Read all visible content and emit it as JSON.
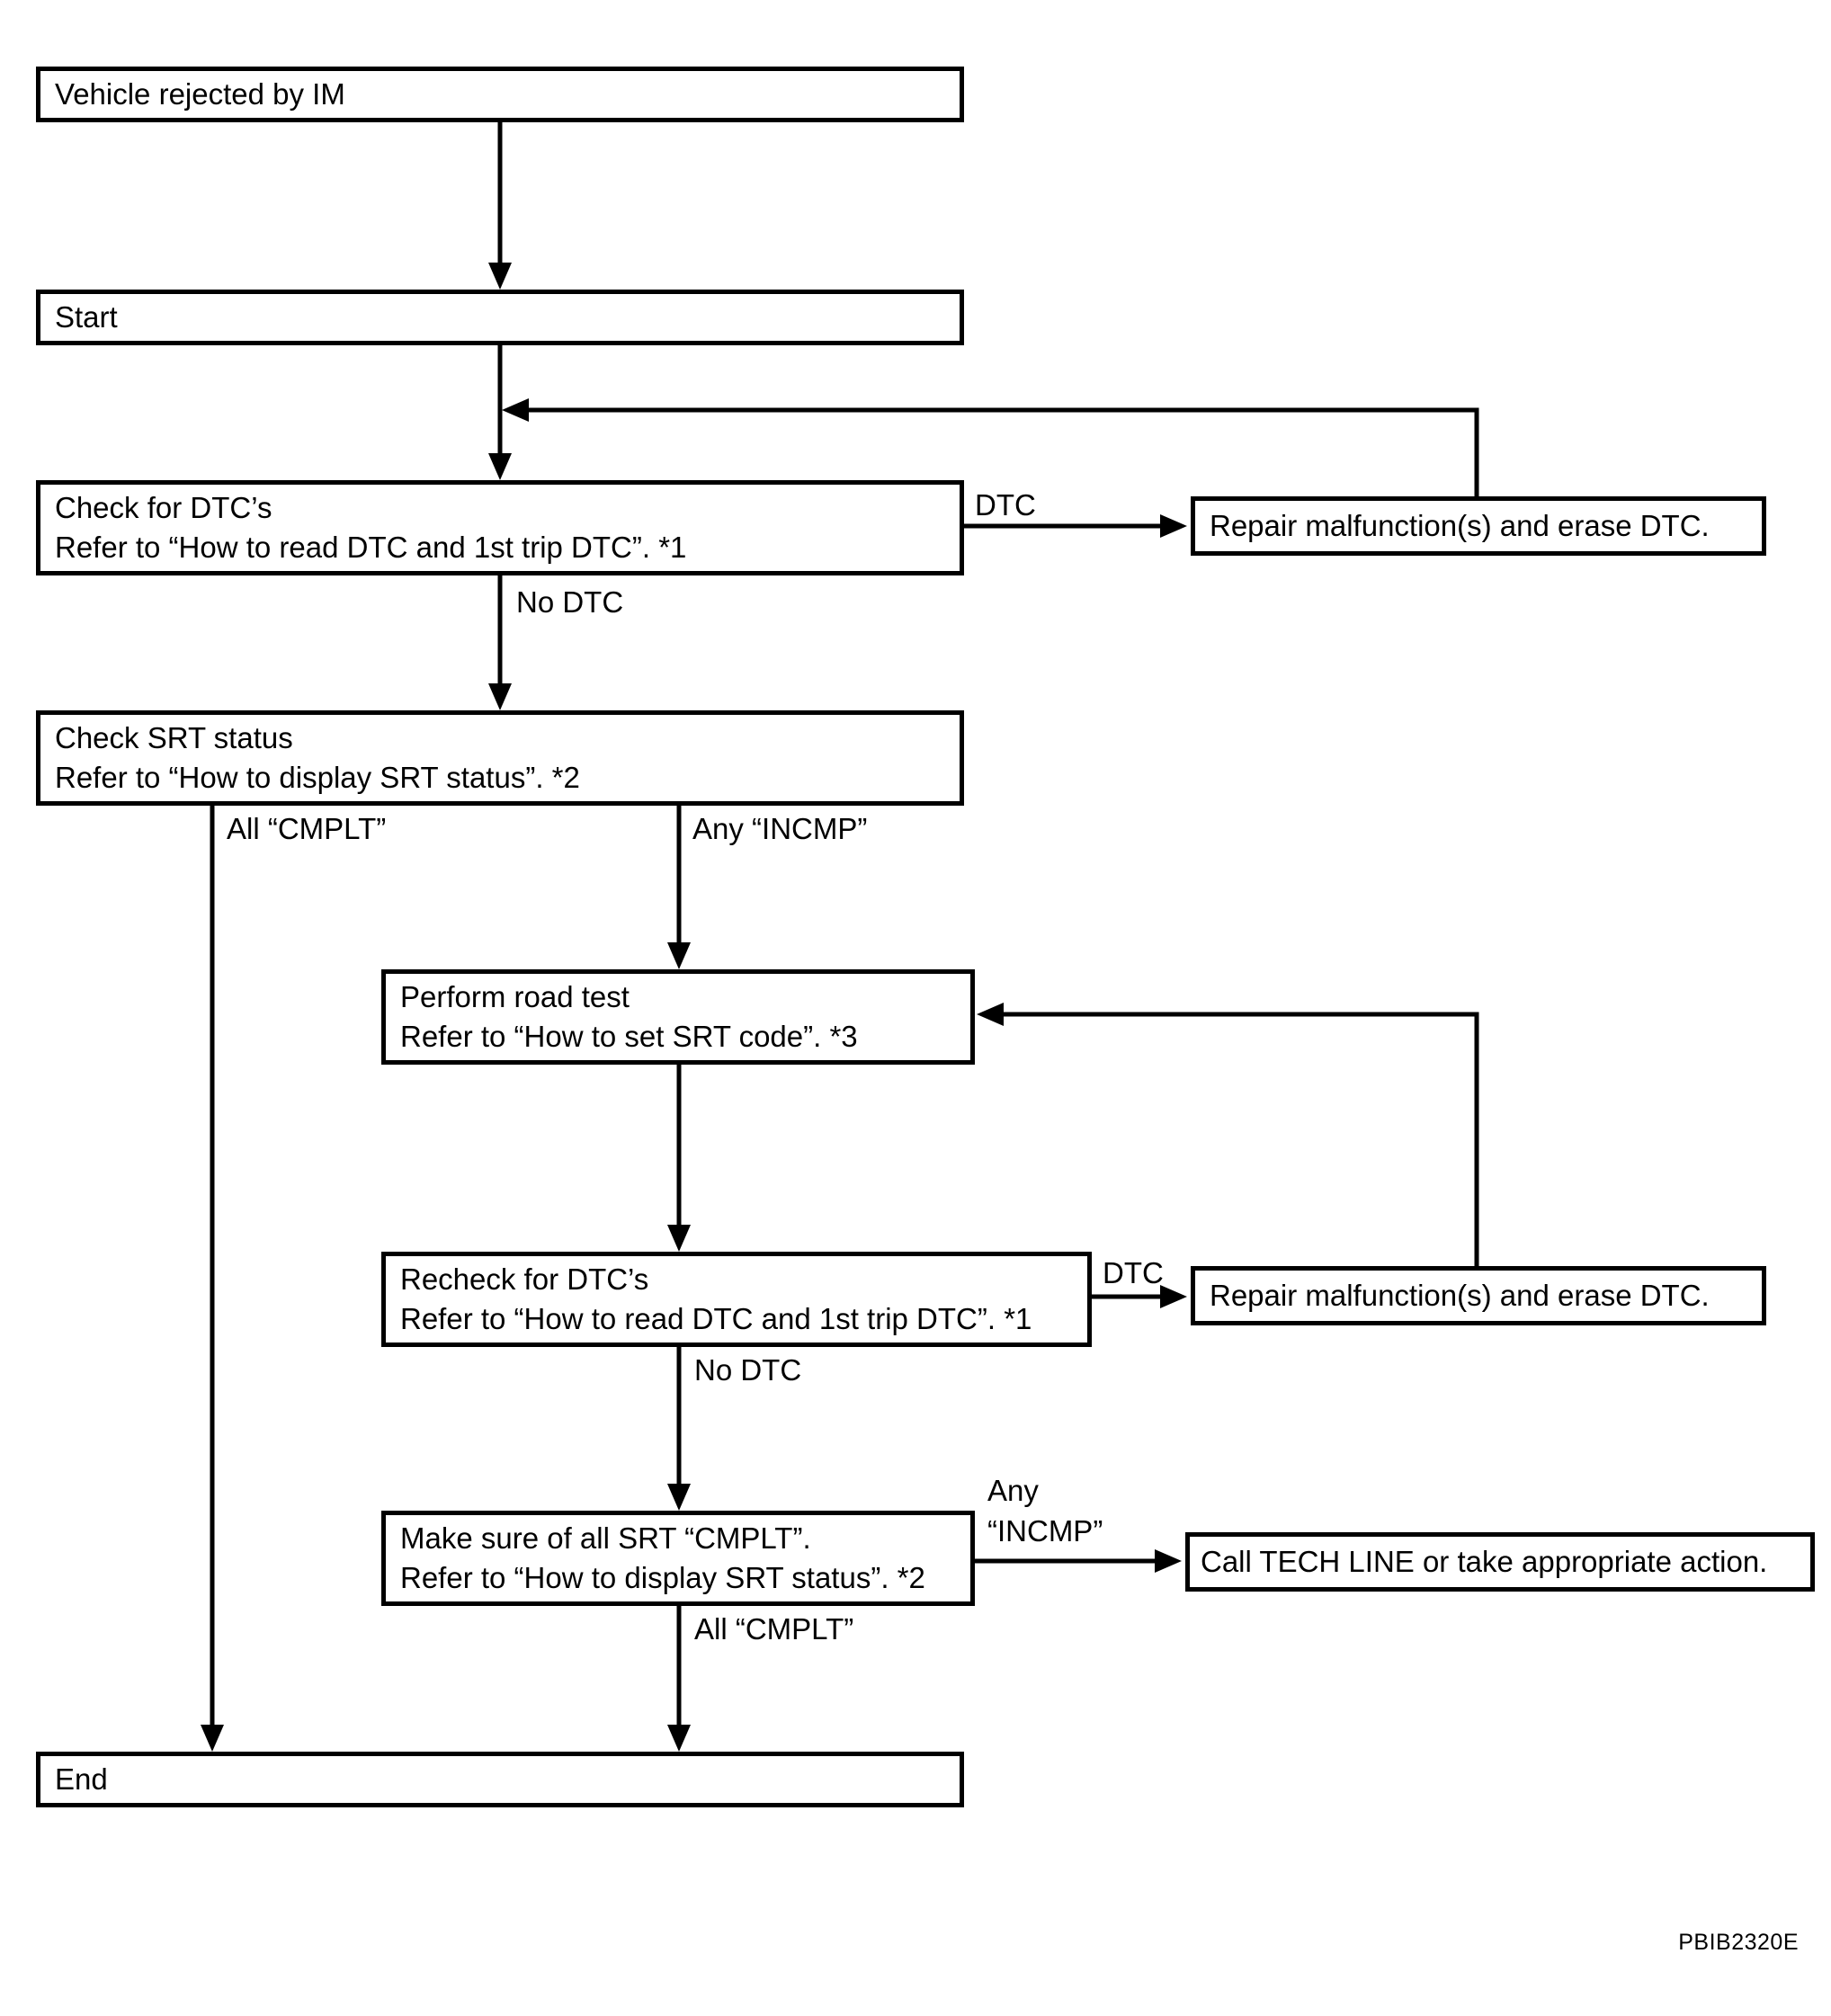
{
  "figure_id": "PBIB2320E",
  "nodes": {
    "vehicle_rejected": {
      "label": "Vehicle rejected by IM"
    },
    "start": {
      "label": "Start"
    },
    "check_dtc": {
      "line1": "Check for DTC’s",
      "line2": "Refer to “How to read DTC and 1st trip DTC”. *1"
    },
    "repair_1": {
      "label": "Repair malfunction(s) and erase DTC."
    },
    "check_srt": {
      "line1": "Check SRT status",
      "line2": "Refer to “How to display SRT status”. *2"
    },
    "road_test": {
      "line1": "Perform road test",
      "line2": "Refer to “How to set SRT code”. *3"
    },
    "recheck_dtc": {
      "line1": "Recheck for DTC’s",
      "line2": "Refer to “How to read DTC and 1st trip DTC”. *1"
    },
    "repair_2": {
      "label": "Repair malfunction(s) and erase DTC."
    },
    "make_sure_srt": {
      "line1": "Make sure of all SRT “CMPLT”.",
      "line2": "Refer to “How to display SRT status”. *2"
    },
    "tech_line": {
      "label": "Call TECH LINE or take appropriate action."
    },
    "end": {
      "label": "End"
    }
  },
  "edge_labels": {
    "dtc_1": "DTC",
    "no_dtc_1": "No DTC",
    "all_cmplt_1": "All “CMPLT”",
    "any_incmp_1": "Any “INCMP”",
    "dtc_2": "DTC",
    "no_dtc_2": "No DTC",
    "any_incmp_2_line1": "Any",
    "any_incmp_2_line2": "“INCMP”",
    "all_cmplt_2": "All “CMPLT”"
  },
  "colors": {
    "line_color": "#000000",
    "box_fill": "#ffffff",
    "page_background": "#ffffff"
  }
}
